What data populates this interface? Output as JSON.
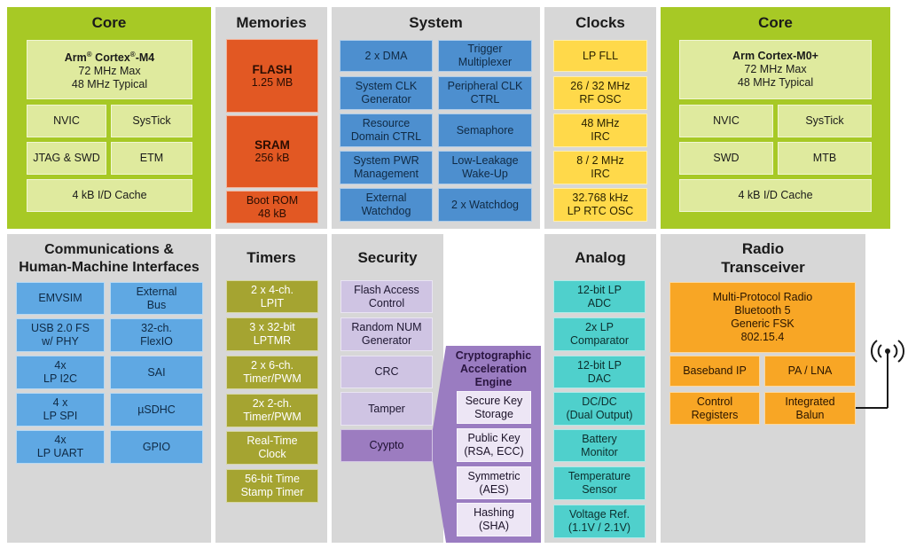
{
  "panels": {
    "core_m4": {
      "title": "Core",
      "cpu": {
        "name_pre": "Arm",
        "reg": "®",
        "name_mid": " Cortex",
        "name_post": "-M4",
        "line2": "72 MHz Max",
        "line3": "48 MHz Typical"
      },
      "nvic": "NVIC",
      "systick": "SysTick",
      "jtag": "JTAG & SWD",
      "etm": "ETM",
      "cache": "4 kB I/D Cache"
    },
    "memories": {
      "title": "Memories",
      "flash": {
        "name": "FLASH",
        "size": "1.25 MB"
      },
      "sram": {
        "name": "SRAM",
        "size": "256 kB"
      },
      "bootrom": "Boot ROM\n48 kB"
    },
    "system": {
      "title": "System",
      "items": [
        "2 x DMA",
        "Trigger\nMultiplexer",
        "System CLK\nGenerator",
        "Peripheral CLK\nCTRL",
        "Resource\nDomain CTRL",
        "Semaphore",
        "System PWR\nManagement",
        "Low-Leakage\nWake-Up",
        "External\nWatchdog",
        "2 x Watchdog"
      ]
    },
    "clocks": {
      "title": "Clocks",
      "items": [
        "LP FLL",
        "26 / 32 MHz\nRF OSC",
        "48 MHz\nIRC",
        "8 / 2 MHz\nIRC",
        "32.768 kHz\nLP RTC OSC"
      ]
    },
    "core_m0": {
      "title": "Core",
      "cpu": {
        "name": "Arm Cortex-M0+",
        "line2": "72 MHz Max",
        "line3": "48 MHz Typical"
      },
      "nvic": "NVIC",
      "systick": "SysTick",
      "swd": "SWD",
      "mtb": "MTB",
      "cache": "4 kB I/D Cache"
    },
    "comms": {
      "title": "Communications &\nHuman-Machine Interfaces",
      "items": [
        "EMVSIM",
        "External\nBus",
        "USB 2.0 FS\nw/ PHY",
        "32-ch.\nFlexIO",
        "4x\nLP I2C",
        "SAI",
        "4 x\nLP SPI",
        "µSDHC",
        "4x\nLP UART",
        "GPIO"
      ]
    },
    "timers": {
      "title": "Timers",
      "items": [
        "2 x 4-ch.\nLPIT",
        "3 x 32-bit\nLPTMR",
        "2 x 6-ch.\nTimer/PWM",
        "2x 2-ch.\nTimer/PWM",
        "Real-Time\nClock",
        "56-bit Time\nStamp Timer"
      ]
    },
    "security": {
      "title": "Security",
      "items": [
        "Flash Access\nControl",
        "Random NUM\nGenerator",
        "CRC",
        "Tamper",
        "Cyypto"
      ]
    },
    "crypto": {
      "title": "Cryptographic\nAcceleration\nEngine",
      "items": [
        "Secure Key\nStorage",
        "Public Key\n(RSA, ECC)",
        "Symmetric\n(AES)",
        "Hashing\n(SHA)"
      ]
    },
    "analog": {
      "title": "Analog",
      "items": [
        "12-bit LP\nADC",
        "2x LP\nComparator",
        "12-bit LP\nDAC",
        "DC/DC\n(Dual Output)",
        "Battery\nMonitor",
        "Temperature\nSensor",
        "Voltage Ref.\n(1.1V / 2.1V)"
      ]
    },
    "radio": {
      "title": "Radio\nTransceiver",
      "protocol": "Multi-Protocol Radio\nBluetooth 5\nGeneric FSK\n802.15.4",
      "items": [
        "Baseband IP",
        "PA / LNA",
        "Control\nRegisters",
        "Integrated\nBalun"
      ]
    }
  },
  "icons": {
    "antenna": "antenna-icon"
  }
}
